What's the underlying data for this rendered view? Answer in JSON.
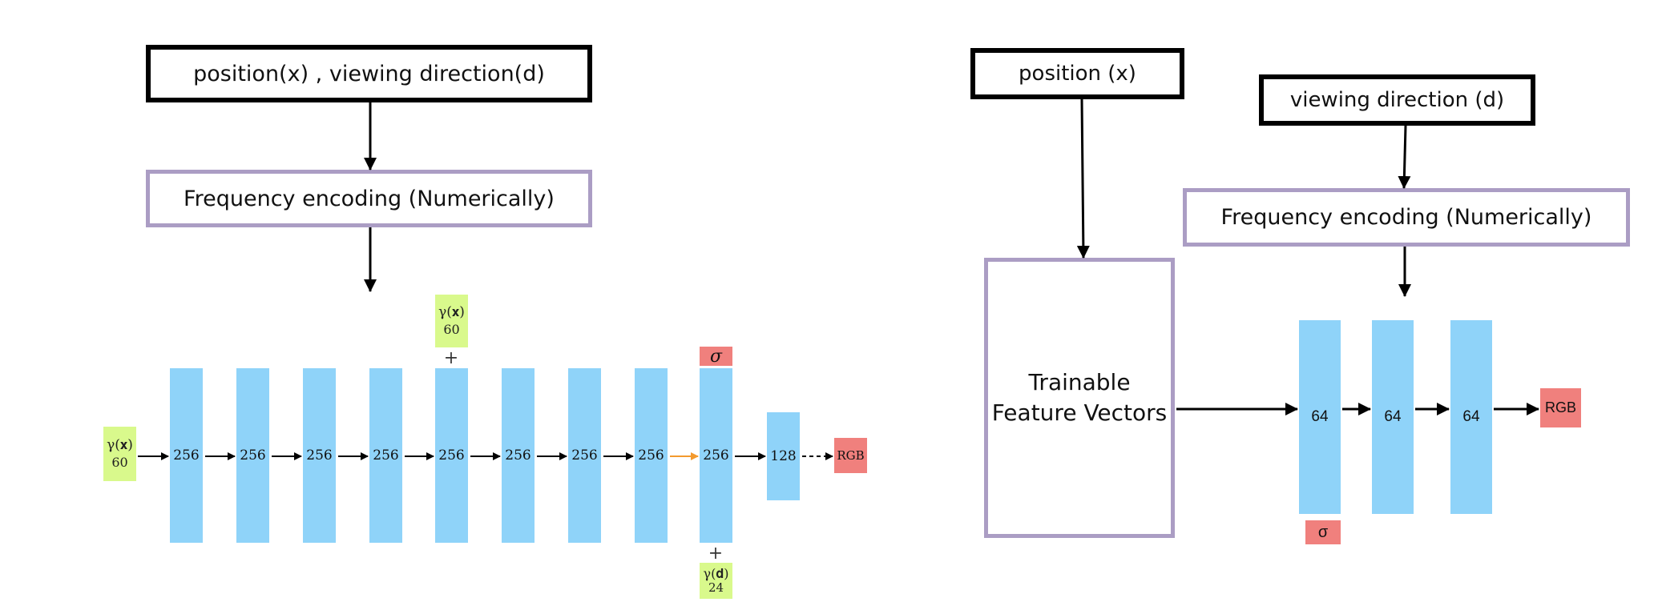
{
  "left": {
    "input_label": "position(x) , viewing direction(d)",
    "encoding_label": "Frequency encoding (Numerically)",
    "input_encoding": {
      "symbol": "γ(𝐱)",
      "dim": "60"
    },
    "skip_encoding": {
      "symbol": "γ(𝐱)",
      "dim": "60"
    },
    "dir_encoding": {
      "symbol": "γ(𝐝)",
      "dim": "24"
    },
    "plus": "+",
    "layers": [
      "256",
      "256",
      "256",
      "256",
      "256",
      "256",
      "256",
      "256",
      "256",
      "128"
    ],
    "sigma": "σ",
    "output": "RGB"
  },
  "right": {
    "position_label": "position (x)",
    "direction_label": "viewing direction (d)",
    "encoding_label": "Frequency encoding (Numerically)",
    "feature_line1": "Trainable",
    "feature_line2": "Feature Vectors",
    "layers": [
      "64",
      "64",
      "64"
    ],
    "sigma": "σ",
    "output": "RGB"
  },
  "colors": {
    "layer": "#8fd3f9",
    "encoding": "#d9f98c",
    "output": "#f0807d",
    "frame": "#ab9dc4",
    "highlight_arrow": "#f39a2e"
  }
}
